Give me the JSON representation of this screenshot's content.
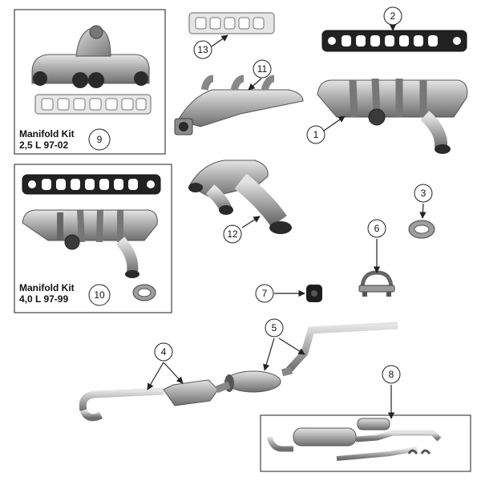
{
  "kits": [
    {
      "title": "Manifold Kit",
      "spec": "2,5 L 97-02",
      "number": "9"
    },
    {
      "title": "Manifold Kit",
      "spec": "4,0 L 97-99",
      "number": "10"
    }
  ],
  "callouts": [
    "1",
    "2",
    "3",
    "4",
    "5",
    "6",
    "7",
    "8",
    "11",
    "12",
    "13"
  ],
  "colors": {
    "line": "#222222",
    "part_light": "#c9c9c9",
    "part_mid": "#9a9a9a",
    "part_dark": "#555555",
    "gasket": "#1a1a1a"
  }
}
